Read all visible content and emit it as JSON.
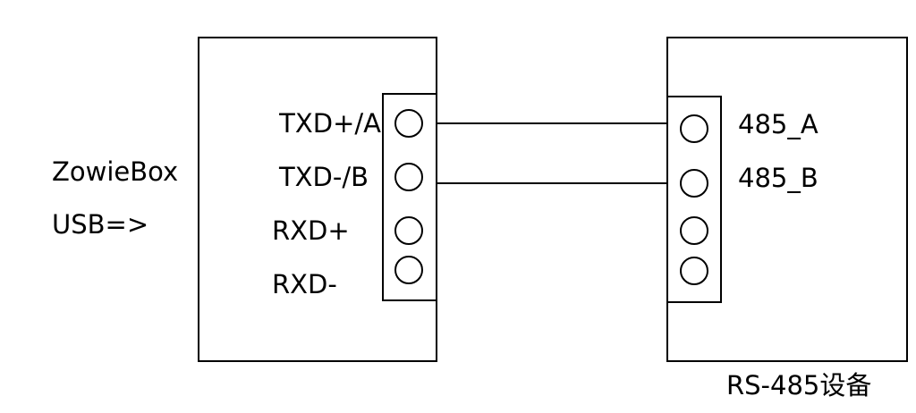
{
  "left_device": {
    "name_line1": "ZowieBox",
    "name_line2": "USB=>",
    "pins": [
      "TXD+/A",
      "TXD-/B",
      "RXD+",
      "RXD-"
    ]
  },
  "right_device": {
    "pins": [
      "485_A",
      "485_B"
    ],
    "caption": "RS-485设备"
  },
  "colors": {
    "stroke": "#000000",
    "background": "#ffffff",
    "text": "#000000"
  }
}
